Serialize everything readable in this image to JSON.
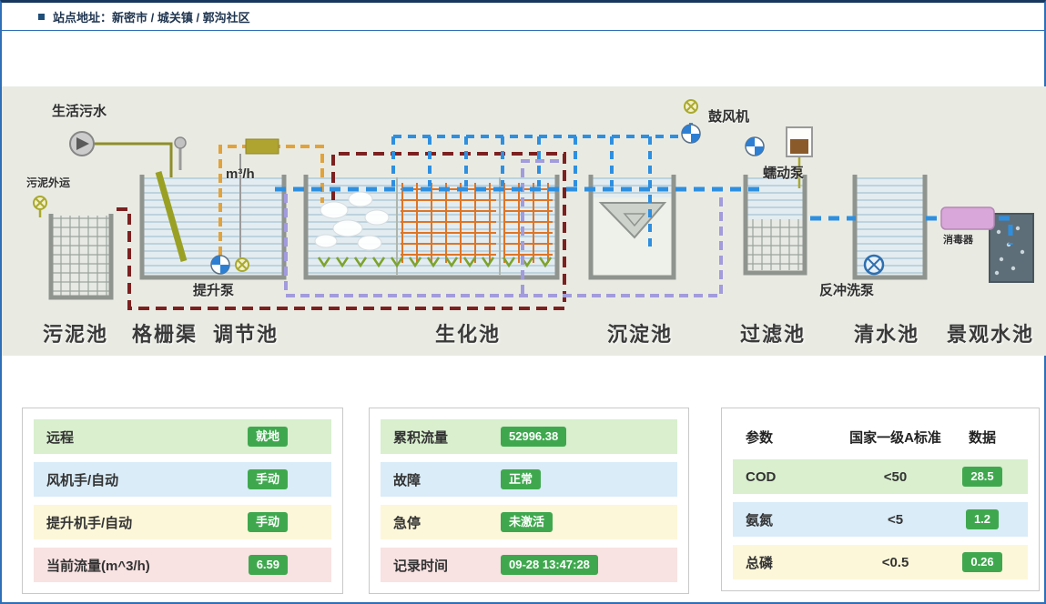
{
  "colors": {
    "top_border": "#17375e",
    "accent_blue": "#2f6fb7",
    "badge_green": "#3fa84e",
    "row_green": "#d9efce",
    "row_blue": "#d9ecf8",
    "row_yellow": "#fdf7d9",
    "row_pink": "#f8e2e2",
    "diagram_bg": "#e9ebe3"
  },
  "header": {
    "site_label": "站点地址：新密市 / 城关镇 / 郭沟社区"
  },
  "diagram": {
    "labels": {
      "inflow": "生活污水",
      "sludge_out": "污泥外运",
      "flow_meter": "m³/h",
      "lift_pump": "提升泵",
      "blower": "鼓风机",
      "peristaltic_pump": "蠕动泵",
      "backwash_pump": "反冲洗泵",
      "disinfector": "消毒器"
    },
    "tanks": [
      "污泥池",
      "格栅渠",
      "调节池",
      "生化池",
      "沉淀池",
      "过滤池",
      "清水池",
      "景观水池"
    ]
  },
  "panels": {
    "control": {
      "rows": [
        {
          "label": "远程",
          "value": "就地"
        },
        {
          "label": "风机手/自动",
          "value": "手动"
        },
        {
          "label": "提升机手/自动",
          "value": "手动"
        },
        {
          "label": "当前流量(m^3/h)",
          "value": "6.59"
        }
      ]
    },
    "status": {
      "rows": [
        {
          "label": "累积流量",
          "value": "52996.38"
        },
        {
          "label": "故障",
          "value": "正常"
        },
        {
          "label": "急停",
          "value": "未激活"
        },
        {
          "label": "记录时间",
          "value": "09-28 13:47:28"
        }
      ]
    },
    "quality": {
      "headers": [
        "参数",
        "国家一级A标准",
        "数据"
      ],
      "rows": [
        {
          "param": "COD",
          "standard": "<50",
          "value": "28.5"
        },
        {
          "param": "氨氮",
          "standard": "<5",
          "value": "1.2"
        },
        {
          "param": "总磷",
          "standard": "<0.5",
          "value": "0.26"
        }
      ]
    }
  }
}
